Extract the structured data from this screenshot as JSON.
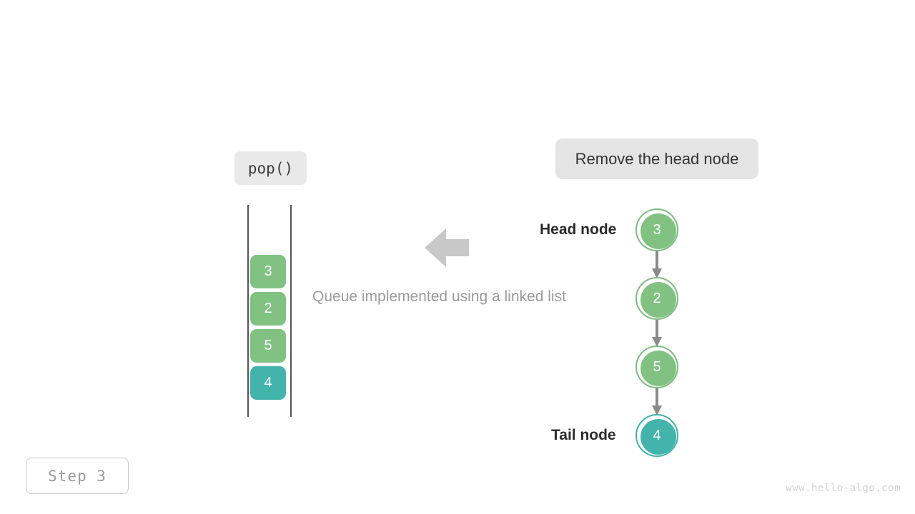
{
  "operation": {
    "label": "pop()"
  },
  "description": {
    "text": "Remove the head node"
  },
  "caption": {
    "text": "Queue implemented using a linked list"
  },
  "queue": {
    "cells": [
      {
        "value": "3",
        "color": "#81c282"
      },
      {
        "value": "2",
        "color": "#81c282"
      },
      {
        "value": "5",
        "color": "#81c282"
      },
      {
        "value": "4",
        "color": "#42b4ac"
      }
    ]
  },
  "linked_list": {
    "nodes": [
      {
        "value": "3",
        "color": "#81c282"
      },
      {
        "value": "2",
        "color": "#81c282"
      },
      {
        "value": "5",
        "color": "#81c282"
      },
      {
        "value": "4",
        "color": "#42b4ac"
      }
    ],
    "head_label": "Head node",
    "tail_label": "Tail node"
  },
  "arrow": {
    "direction": "left"
  },
  "step": {
    "label": "Step 3"
  },
  "watermark": {
    "text": "www.hello-algo.com"
  },
  "colors": {
    "green": "#81c282",
    "teal": "#42b4ac",
    "badge_gray": "#e4e4e4",
    "arrow_gray": "#c8c8c8",
    "link_gray": "#8a8a8a",
    "caption_gray": "#9a9a9a"
  }
}
